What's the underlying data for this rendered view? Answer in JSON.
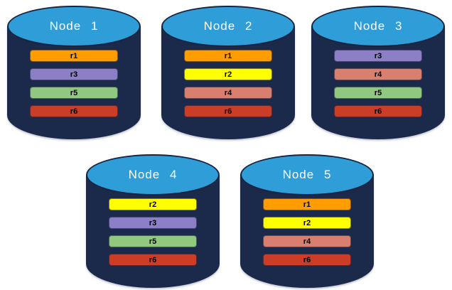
{
  "diagram": {
    "description": "Five database nodes with replicated partitions",
    "background": "#FFFFFF"
  },
  "colors": {
    "cylinder_body": "#1B2A4A",
    "cylinder_top": "#2F9ED8",
    "cylinder_top_border": "#16243F",
    "node_title_text": "#FFFFFF",
    "bar_label_text": "#000000"
  },
  "replica_colors": {
    "r1": "#FF9C00",
    "r2": "#FFFF00",
    "r3": "#8C7FC5",
    "r4": "#D87F70",
    "r5": "#8FC87E",
    "r6": "#CB3D27"
  },
  "nodes": [
    {
      "title": "Node 1",
      "replicas": [
        "r1",
        "r3",
        "r5",
        "r6"
      ]
    },
    {
      "title": "Node 2",
      "replicas": [
        "r1",
        "r2",
        "r4",
        "r6"
      ]
    },
    {
      "title": "Node 3",
      "replicas": [
        "r3",
        "r4",
        "r5",
        "r6"
      ]
    },
    {
      "title": "Node 4",
      "replicas": [
        "r2",
        "r3",
        "r5",
        "r6"
      ]
    },
    {
      "title": "Node 5",
      "replicas": [
        "r1",
        "r2",
        "r4",
        "r6"
      ]
    }
  ]
}
